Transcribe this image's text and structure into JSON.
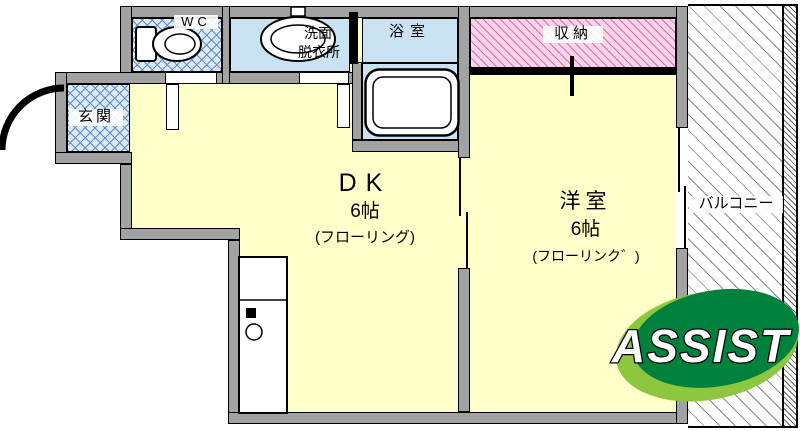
{
  "palette": {
    "floor-yellow": "#ffffc9",
    "room-blue": "#c9e2f2",
    "hatch-blue-bg": "#ddeaf6",
    "hatch-blue-line": "#5a8cc8",
    "hatch-pink-bg": "#fad4e8",
    "hatch-pink-line": "#e06aaa",
    "wall-gray": "#a2a2a2",
    "balcony-line": "#8a8a8a",
    "logo-dark-green": "#00813c",
    "logo-light-green": "#8dc63f"
  },
  "rooms": {
    "wc": {
      "label": "WC"
    },
    "washroom": {
      "line1": "洗面",
      "line2": "脱衣所"
    },
    "bath": {
      "label": "浴室"
    },
    "closet": {
      "label": "収納"
    },
    "entrance": {
      "label": "玄関"
    },
    "dk": {
      "label": "DK",
      "size": "6帖",
      "floor_type": "(フローリング)"
    },
    "western": {
      "label": "洋室",
      "size": "6帖",
      "floor_type": "(フローリンク゛)"
    },
    "balcony": {
      "label": "バルコニー"
    }
  },
  "logo": {
    "text": "ASSIST"
  }
}
